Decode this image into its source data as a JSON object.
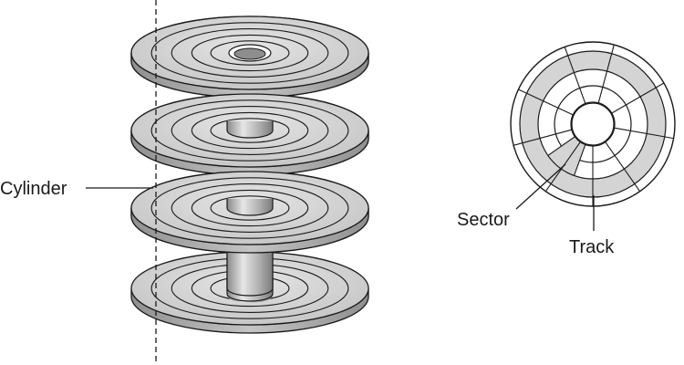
{
  "labels": {
    "cylinder": "Cylinder",
    "sector": "Sector",
    "track": "Track"
  },
  "platter_count": 4,
  "colors": {
    "platter_fill": "#c9c9c9",
    "platter_edge": "#9a9a9a",
    "shaded_ring": "#d4d4d4",
    "line": "#1a1a1a",
    "background": "#ffffff"
  }
}
